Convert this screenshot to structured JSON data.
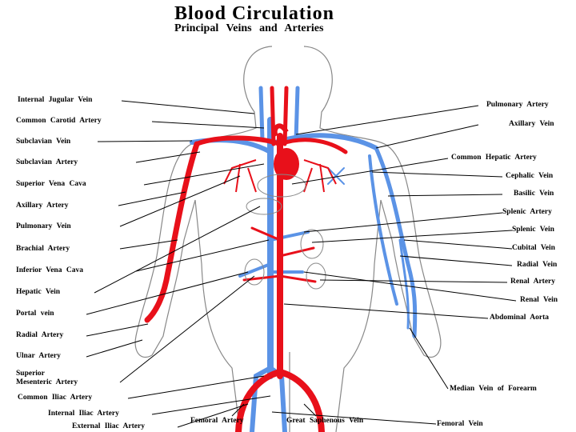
{
  "title": "Blood Circulation",
  "subtitle": "Principal Veins and Arteries",
  "colors": {
    "artery": "#e8101a",
    "vein": "#5b93e6",
    "outline": "#888888"
  },
  "labels_left": [
    "Internal Jugular Vein",
    "Common Carotid Artery",
    "Subclavian Vein",
    "Subclavian Artery",
    "Superior Vena Cava",
    "Axillary Artery",
    "Pulmonary Vein",
    "Brachial Artery",
    "Inferior Vena Cava",
    "Hepatic Vein",
    "Portal vein",
    "Radial Artery",
    "Ulnar Artery",
    "Superior",
    "Mesenteric Artery",
    "Common Iliac Artery",
    "Internal Iliac Artery",
    "External Iliac Artery"
  ],
  "labels_right": [
    "Pulmonary Artery",
    "Axillary Vein",
    "Common Hepatic Artery",
    "Cephalic Vein",
    "Basilic Vein",
    "Splenic Artery",
    "Splenic Vein",
    "Cubital Vein",
    "Radial Vein",
    "Renal Artery",
    "Renal Vein",
    "Abdominal Aorta",
    "Median Vein of Forearm",
    "Femoral Vein"
  ],
  "labels_bottom": [
    "Femoral Artery",
    "Great Saphenous Vein"
  ]
}
